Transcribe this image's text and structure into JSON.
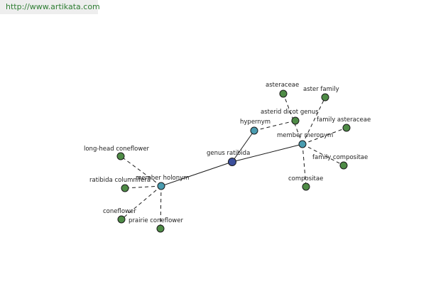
{
  "header": {
    "url": "http://www.artikata.com"
  },
  "colors": {
    "center_node": "#3b4f9c",
    "relation_node": "#4a9cb0",
    "leaf_node": "#4e8b46",
    "url_text": "#2e7d32"
  },
  "graph": {
    "nodes": [
      {
        "id": "genus-ratibida",
        "label": "genus ratibida",
        "kind": "center"
      },
      {
        "id": "hypernym",
        "label": "hypernym",
        "kind": "relation"
      },
      {
        "id": "member-meronym",
        "label": "member meronym",
        "kind": "relation"
      },
      {
        "id": "member-holonym",
        "label": "member holonym",
        "kind": "relation"
      },
      {
        "id": "asteraceae",
        "label": "asteraceae",
        "kind": "leaf"
      },
      {
        "id": "aster-family",
        "label": "aster family",
        "kind": "leaf"
      },
      {
        "id": "asterid-dicot-genus",
        "label": "asterid dicot genus",
        "kind": "leaf"
      },
      {
        "id": "family-asteraceae",
        "label": "family asteraceae",
        "kind": "leaf"
      },
      {
        "id": "family-compositae",
        "label": "family compositae",
        "kind": "leaf"
      },
      {
        "id": "compositae",
        "label": "compositae",
        "kind": "leaf"
      },
      {
        "id": "long-head-coneflower",
        "label": "long-head coneflower",
        "kind": "leaf"
      },
      {
        "id": "ratibida-columnifera",
        "label": "ratibida columnifera",
        "kind": "leaf"
      },
      {
        "id": "coneflower",
        "label": "coneflower",
        "kind": "leaf"
      },
      {
        "id": "prairie-coneflower",
        "label": "prairie coneflower",
        "kind": "leaf"
      }
    ],
    "edges": [
      {
        "from": "genus-ratibida",
        "to": "member-meronym",
        "style": "solid"
      },
      {
        "from": "genus-ratibida",
        "to": "member-holonym",
        "style": "solid"
      },
      {
        "from": "genus-ratibida",
        "to": "hypernym",
        "style": "solid"
      },
      {
        "from": "hypernym",
        "to": "asterid-dicot-genus",
        "style": "dashed"
      },
      {
        "from": "member-meronym",
        "to": "asteraceae",
        "style": "dashed"
      },
      {
        "from": "member-meronym",
        "to": "aster-family",
        "style": "dashed"
      },
      {
        "from": "member-meronym",
        "to": "family-asteraceae",
        "style": "dashed"
      },
      {
        "from": "member-meronym",
        "to": "family-compositae",
        "style": "dashed"
      },
      {
        "from": "member-meronym",
        "to": "compositae",
        "style": "dashed"
      },
      {
        "from": "member-holonym",
        "to": "long-head-coneflower",
        "style": "dashed"
      },
      {
        "from": "member-holonym",
        "to": "ratibida-columnifera",
        "style": "dashed"
      },
      {
        "from": "member-holonym",
        "to": "coneflower",
        "style": "dashed"
      },
      {
        "from": "member-holonym",
        "to": "prairie-coneflower",
        "style": "dashed"
      }
    ]
  }
}
